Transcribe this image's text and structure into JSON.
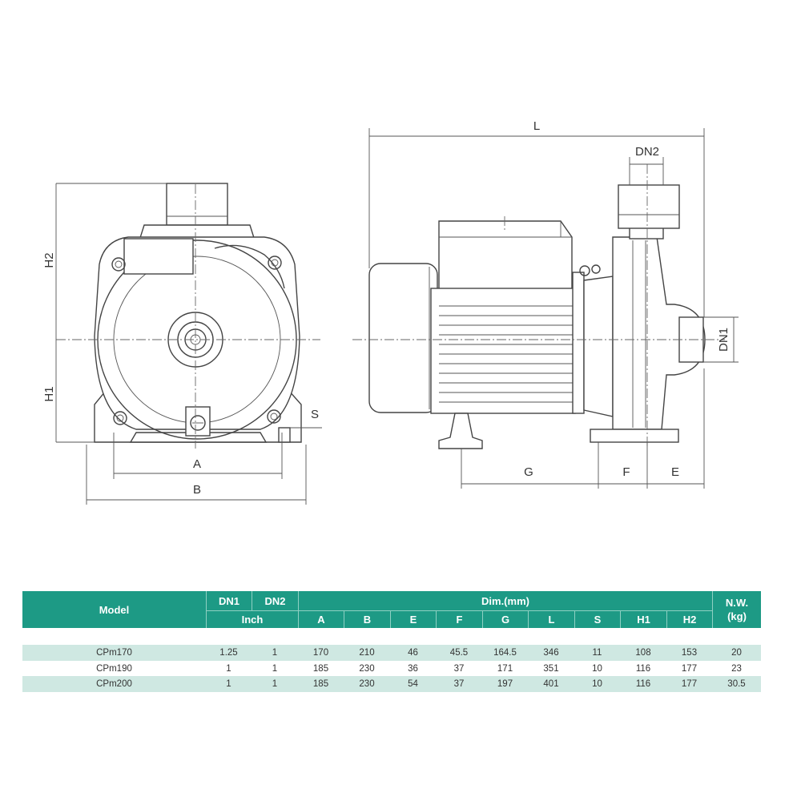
{
  "drawing": {
    "front_view_labels": {
      "h2": "H2",
      "h1": "H1",
      "s": "S",
      "a": "A",
      "b": "B"
    },
    "side_view_labels": {
      "l": "L",
      "dn2": "DN2",
      "dn1": "DN1",
      "g": "G",
      "f": "F",
      "e": "E"
    }
  },
  "table": {
    "header": {
      "model": "Model",
      "dn1": "DN1",
      "dn2": "DN2",
      "inch": "Inch",
      "dim_mm": "Dim.(mm)",
      "nw_line1": "N.W.",
      "nw_line2": "(kg)",
      "dims": [
        "A",
        "B",
        "E",
        "F",
        "G",
        "L",
        "S",
        "H1",
        "H2"
      ]
    },
    "rows": [
      {
        "model": "CPm170",
        "dn1": "1.25",
        "dn2": "1",
        "dims": [
          "170",
          "210",
          "46",
          "45.5",
          "164.5",
          "346",
          "11",
          "108",
          "153"
        ],
        "nw": "20"
      },
      {
        "model": "CPm190",
        "dn1": "1",
        "dn2": "1",
        "dims": [
          "185",
          "230",
          "36",
          "37",
          "171",
          "351",
          "10",
          "116",
          "177"
        ],
        "nw": "23"
      },
      {
        "model": "CPm200",
        "dn1": "1",
        "dn2": "1",
        "dims": [
          "185",
          "230",
          "54",
          "37",
          "197",
          "401",
          "10",
          "116",
          "177"
        ],
        "nw": "30.5"
      }
    ],
    "colors": {
      "header": "#1d9a85",
      "band": "#cfe8e2"
    }
  }
}
